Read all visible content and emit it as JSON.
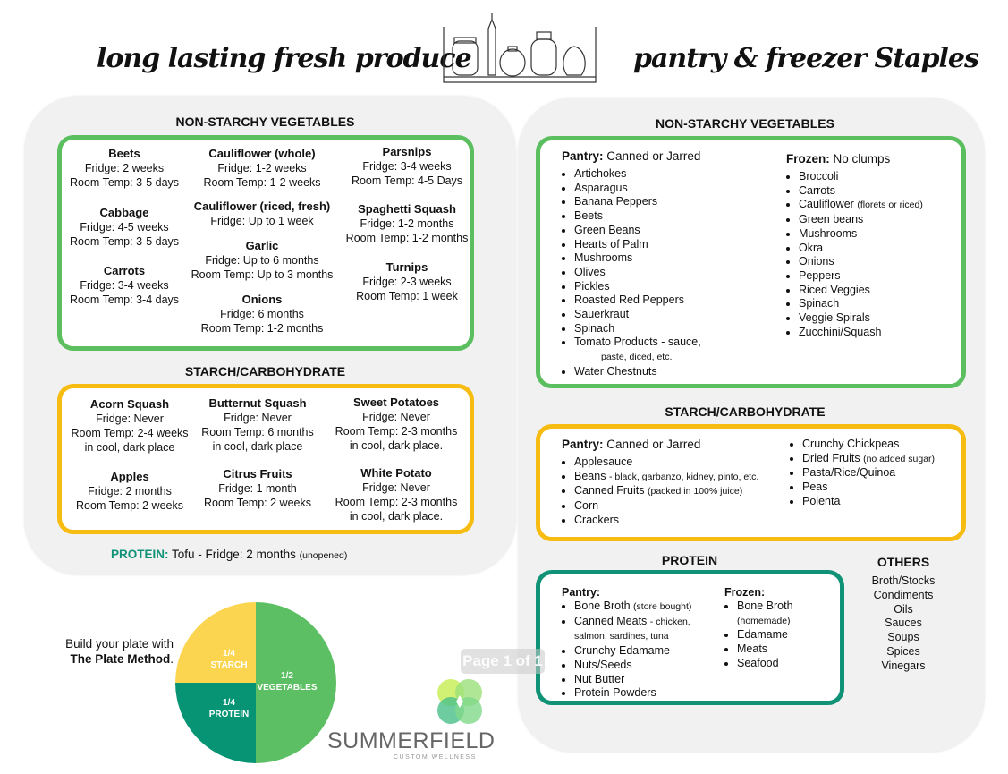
{
  "titles": {
    "left": "long lasting fresh produce",
    "right": "pantry & freezer Staples"
  },
  "left": {
    "veg_heading": "NON-STARCHY VEGETABLES",
    "veg": [
      {
        "name": "Beets",
        "lines": [
          "Fridge: 2 weeks",
          "Room Temp: 3-5 days"
        ]
      },
      {
        "name": "Cabbage",
        "lines": [
          "Fridge: 4-5 weeks",
          "Room Temp: 3-5 days"
        ]
      },
      {
        "name": "Carrots",
        "lines": [
          "Fridge: 3-4 weeks",
          "Room Temp: 3-4 days"
        ]
      },
      {
        "name": "Cauliflower (whole)",
        "lines": [
          "Fridge: 1-2 weeks",
          "Room Temp: 1-2 weeks"
        ]
      },
      {
        "name": "Cauliflower (riced, fresh)",
        "lines": [
          "Fridge: Up to 1 week"
        ]
      },
      {
        "name": "Garlic",
        "lines": [
          "Fridge: Up to 6 months",
          "Room Temp: Up to 3 months"
        ]
      },
      {
        "name": "Onions",
        "lines": [
          "Fridge: 6 months",
          "Room Temp: 1-2 months"
        ]
      },
      {
        "name": "Parsnips",
        "lines": [
          "Fridge: 3-4 weeks",
          "Room Temp: 4-5 Days"
        ]
      },
      {
        "name": "Spaghetti Squash",
        "lines": [
          "Fridge: 1-2 months",
          "Room Temp: 1-2 months"
        ]
      },
      {
        "name": "Turnips",
        "lines": [
          "Fridge: 2-3 weeks",
          "Room Temp: 1 week"
        ]
      }
    ],
    "starch_heading": "STARCH/CARBOHYDRATE",
    "starch": [
      {
        "name": "Acorn Squash",
        "lines": [
          "Fridge: Never",
          "Room Temp: 2-4 weeks",
          "in cool, dark place"
        ]
      },
      {
        "name": "Apples",
        "lines": [
          "Fridge: 2 months",
          "Room Temp: 2 weeks"
        ]
      },
      {
        "name": "Butternut Squash",
        "lines": [
          "Fridge: Never",
          "Room Temp: 6 months",
          "in cool, dark place"
        ]
      },
      {
        "name": "Citrus Fruits",
        "lines": [
          "Fridge: 1 month",
          "Room Temp: 2 weeks"
        ]
      },
      {
        "name": "Sweet Potatoes",
        "lines": [
          "Fridge: Never",
          "Room Temp: 2-3 months",
          "in cool, dark place."
        ]
      },
      {
        "name": "White Potato",
        "lines": [
          "Fridge: Never",
          "Room Temp: 2-3 months",
          "in cool, dark place."
        ]
      }
    ],
    "protein_label": "PROTEIN:",
    "protein_text": "Tofu - Fridge: 2 months",
    "protein_note": "(unopened)"
  },
  "plate": {
    "line1": "Build your plate with",
    "bold": "The Plate Method",
    "period": ".",
    "slices": [
      {
        "frac": "1/4",
        "label": "STARCH",
        "color": "#fbd54f"
      },
      {
        "frac": "1/2",
        "label": "VEGETABLES",
        "color": "#5dbf63"
      },
      {
        "frac": "1/4",
        "label": "PROTEIN",
        "color": "#069474"
      }
    ]
  },
  "logo": {
    "name": "SUMMERFIELD",
    "tagline": "CUSTOM WELLNESS"
  },
  "page_indicator": "Page 1 of 1",
  "right": {
    "veg_heading": "NON-STARCHY VEGETABLES",
    "veg_pantry_label": "Pantry:",
    "veg_pantry_sub": "Canned or Jarred",
    "veg_pantry": [
      "Artichokes",
      "Asparagus",
      "Banana Peppers",
      "Beets",
      "Green Beans",
      "Hearts of Palm",
      "Mushrooms",
      "Olives",
      "Pickles",
      "Roasted Red Peppers",
      "Sauerkraut",
      "Spinach",
      "Tomato Products - sauce,",
      "Water Chestnuts"
    ],
    "veg_pantry_wrap": "paste, diced, etc.",
    "veg_frozen_label": "Frozen:",
    "veg_frozen_sub": "No clumps",
    "veg_frozen": [
      "Broccoli",
      "Carrots",
      "Cauliflower",
      "Green beans",
      "Mushrooms",
      "Okra",
      "Onions",
      "Peppers",
      "Riced Veggies",
      "Spinach",
      "Veggie Spirals",
      "Zucchini/Squash"
    ],
    "cauli_note": "(florets or riced)",
    "starch_heading": "STARCH/CARBOHYDRATE",
    "starch_pantry_label": "Pantry:",
    "starch_pantry_sub": "Canned or Jarred",
    "starch_pantry": [
      "Applesauce",
      "Beans",
      "Canned Fruits",
      "Corn",
      "Crackers"
    ],
    "beans_note": "- black, garbanzo, kidney, pinto, etc.",
    "fruits_note": "(packed in 100% juice)",
    "starch_more": [
      "Crunchy Chickpeas",
      "Dried Fruits",
      "Pasta/Rice/Quinoa",
      "Peas",
      "Polenta"
    ],
    "dried_note": "(no added sugar)",
    "protein_heading": "PROTEIN",
    "protein_pantry_label": "Pantry:",
    "protein_pantry": [
      "Bone Broth",
      "Canned Meats",
      "Crunchy Edamame",
      "Nuts/Seeds",
      "Nut Butter",
      "Protein Powders"
    ],
    "broth_note": "(store bought)",
    "meats_note": "- chicken,",
    "meats_wrap": "salmon, sardines, tuna",
    "protein_frozen_label": "Frozen:",
    "protein_frozen": [
      "Bone Broth",
      "Edamame",
      "Meats",
      "Seafood"
    ],
    "frozen_broth_note": "(homemade)",
    "others_heading": "OTHERS",
    "others": [
      "Broth/Stocks",
      "Condiments",
      "Oils",
      "Sauces",
      "Soups",
      "Spices",
      "Vinegars"
    ]
  }
}
